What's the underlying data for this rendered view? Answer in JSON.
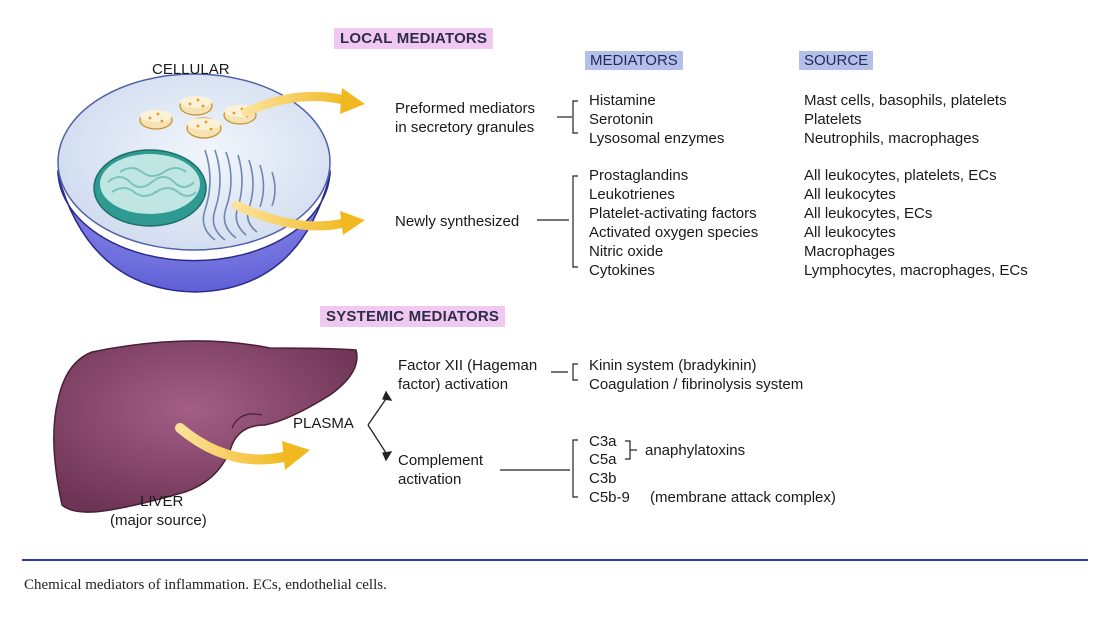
{
  "local": {
    "title": "LOCAL MEDIATORS",
    "cellular_label": "CELLULAR",
    "col_mediators": "MEDIATORS",
    "col_source": "SOURCE",
    "preformed": {
      "label_line1": "Preformed mediators",
      "label_line2": "in secretory granules",
      "mediators": [
        "Histamine",
        "Serotonin",
        "Lysosomal enzymes"
      ],
      "sources": [
        "Mast cells, basophils, platelets",
        "Platelets",
        "Neutrophils, macrophages"
      ]
    },
    "newly": {
      "label": "Newly synthesized",
      "mediators": [
        "Prostaglandins",
        "Leukotrienes",
        "Platelet-activating factors",
        "Activated oxygen species",
        "Nitric oxide",
        "Cytokines"
      ],
      "sources": [
        "All leukocytes, platelets, ECs",
        "All leukocytes",
        "All leukocytes, ECs",
        "All leukocytes",
        "Macrophages",
        "Lymphocytes, macrophages, ECs"
      ]
    }
  },
  "systemic": {
    "title": "SYSTEMIC MEDIATORS",
    "plasma_label": "PLASMA",
    "liver_line1": "LIVER",
    "liver_line2": "(major source)",
    "factor": {
      "label_line1": "Factor XII (Hageman",
      "label_line2": "factor) activation",
      "items": [
        "Kinin system (bradykinin)",
        "Coagulation / fibrinolysis system"
      ]
    },
    "complement": {
      "label_line1": "Complement",
      "label_line2": "activation",
      "items": [
        "C3a",
        "C5a",
        "C3b",
        "C5b-9"
      ],
      "anaphylatoxins": "anaphylatoxins",
      "mac": "(membrane attack complex)"
    }
  },
  "caption": "Chemical mediators of inflammation. ECs, endothelial cells.",
  "colors": {
    "pink_header": "#f1c8ef",
    "blue_header": "#b4c0ea",
    "cell_outer": "#6f6ee0",
    "cell_top": "#e2ecf6",
    "liver": "#8c4a6f",
    "arrow": "#f3bf2c",
    "rule": "#2a3fae"
  }
}
